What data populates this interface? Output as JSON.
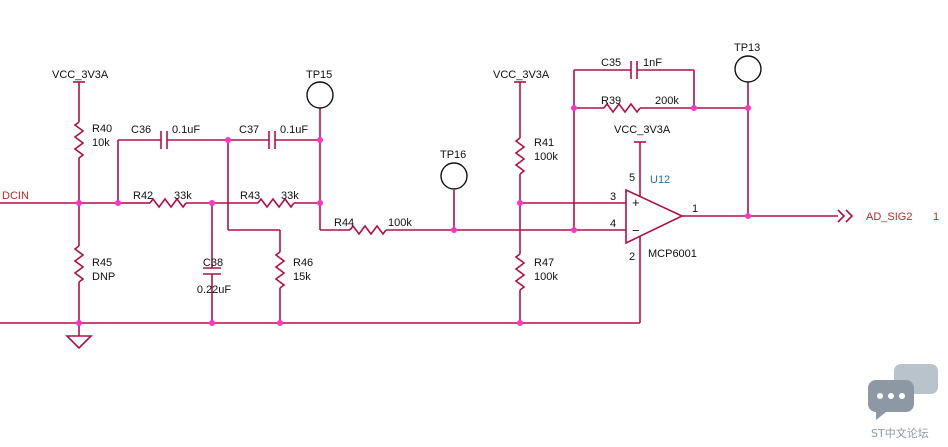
{
  "schematic": {
    "supplies": {
      "v1": "VCC_3V3A",
      "v2": "VCC_3V3A",
      "v3": "VCC_3V3A"
    },
    "input_net": "DCIN",
    "output_net": {
      "name": "AD_SIG2",
      "page": "1"
    },
    "resistors": {
      "r40": {
        "ref": "R40",
        "value": "10k"
      },
      "r45": {
        "ref": "R45",
        "value": "DNP"
      },
      "r42": {
        "ref": "R42",
        "value": "33k"
      },
      "r43": {
        "ref": "R43",
        "value": "33k"
      },
      "r44": {
        "ref": "R44",
        "value": "100k"
      },
      "r46": {
        "ref": "R46",
        "value": "15k"
      },
      "r41": {
        "ref": "R41",
        "value": "100k"
      },
      "r47": {
        "ref": "R47",
        "value": "100k"
      },
      "r39": {
        "ref": "R39",
        "value": "200k"
      }
    },
    "capacitors": {
      "c36": {
        "ref": "C36",
        "value": "0.1uF"
      },
      "c37": {
        "ref": "C37",
        "value": "0.1uF"
      },
      "c38": {
        "ref": "C38",
        "value": "0.22uF"
      },
      "c35": {
        "ref": "C35",
        "value": "1nF"
      }
    },
    "test_points": {
      "tp15": "TP15",
      "tp16": "TP16",
      "tp13": "TP13"
    },
    "opamp": {
      "ref": "U12",
      "part": "MCP6001",
      "pin_noninv": "3",
      "pin_inv": "4",
      "pin_vdd": "5",
      "pin_vss": "2",
      "pin_out": "1",
      "plus_sign": "+",
      "minus_sign": "−"
    },
    "colors": {
      "wire": "#b0104a",
      "label": "#111111",
      "ref_accent": "#1f6fa8",
      "net_label": "#c0282a",
      "junction": "#ff33cc"
    }
  },
  "watermark": {
    "text": "ST中文论坛"
  }
}
